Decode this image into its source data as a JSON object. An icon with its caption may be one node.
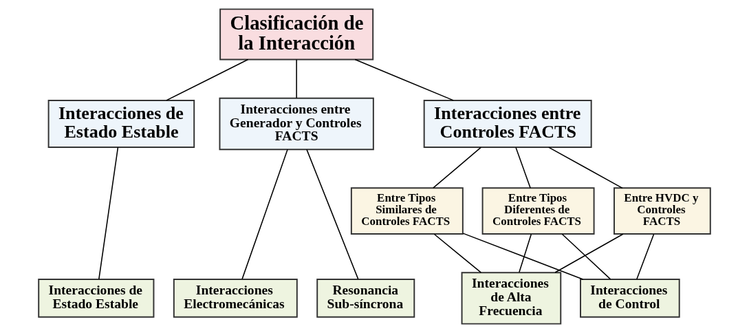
{
  "diagram": {
    "nodes": [
      {
        "text": [
          "Clasificación de la Interacción"
        ]
      },
      {
        "text": [
          "Interacciones de Estado Estable"
        ]
      },
      {
        "text": [
          "Interacciones entre Generador y Controles FACTS"
        ]
      },
      {
        "text": [
          "Interacciones entre Controles FACTS"
        ]
      },
      {
        "text": [
          "Entre Tipos Similares de Controles FACTS"
        ]
      },
      {
        "text": [
          "Entre Tipos Diferentes de Controles FACTS"
        ]
      },
      {
        "text": [
          "Entre HVDC y Controles FACTS"
        ]
      },
      {
        "text": [
          "Interacciones de Estado Estable"
        ]
      },
      {
        "text": [
          "Interacciones Electromecánicas"
        ]
      },
      {
        "text": [
          "Resonancia Sub-síncrona"
        ]
      },
      {
        "text": [
          "Interacciones de Control"
        ]
      },
      {
        "text": [
          "Interacciones de Alta Frecuencia"
        ]
      }
    ],
    "edges": [
      {
        "from": 0,
        "to": 1,
        "arrow": "none"
      },
      {
        "from": 0,
        "to": 2,
        "arrow": "none"
      },
      {
        "from": 0,
        "to": 3,
        "arrow": "none"
      },
      {
        "from": 1,
        "to": 7,
        "arrow": "none"
      },
      {
        "from": 2,
        "to": 8,
        "arrow": "none"
      },
      {
        "from": 2,
        "to": 9,
        "arrow": "none"
      },
      {
        "from": 3,
        "to": 4,
        "arrow": "none"
      },
      {
        "from": 3,
        "to": 5,
        "arrow": "none"
      },
      {
        "from": 3,
        "to": 6,
        "arrow": "none"
      },
      {
        "from": 4,
        "to": 10,
        "arrow": "none"
      },
      {
        "from": 4,
        "to": 11,
        "arrow": "none"
      },
      {
        "from": 5,
        "to": 10,
        "arrow": "none"
      },
      {
        "from": 5,
        "to": 11,
        "arrow": "none"
      },
      {
        "from": 6,
        "to": 10,
        "arrow": "none"
      },
      {
        "from": 6,
        "to": 11,
        "arrow": "none"
      }
    ]
  }
}
